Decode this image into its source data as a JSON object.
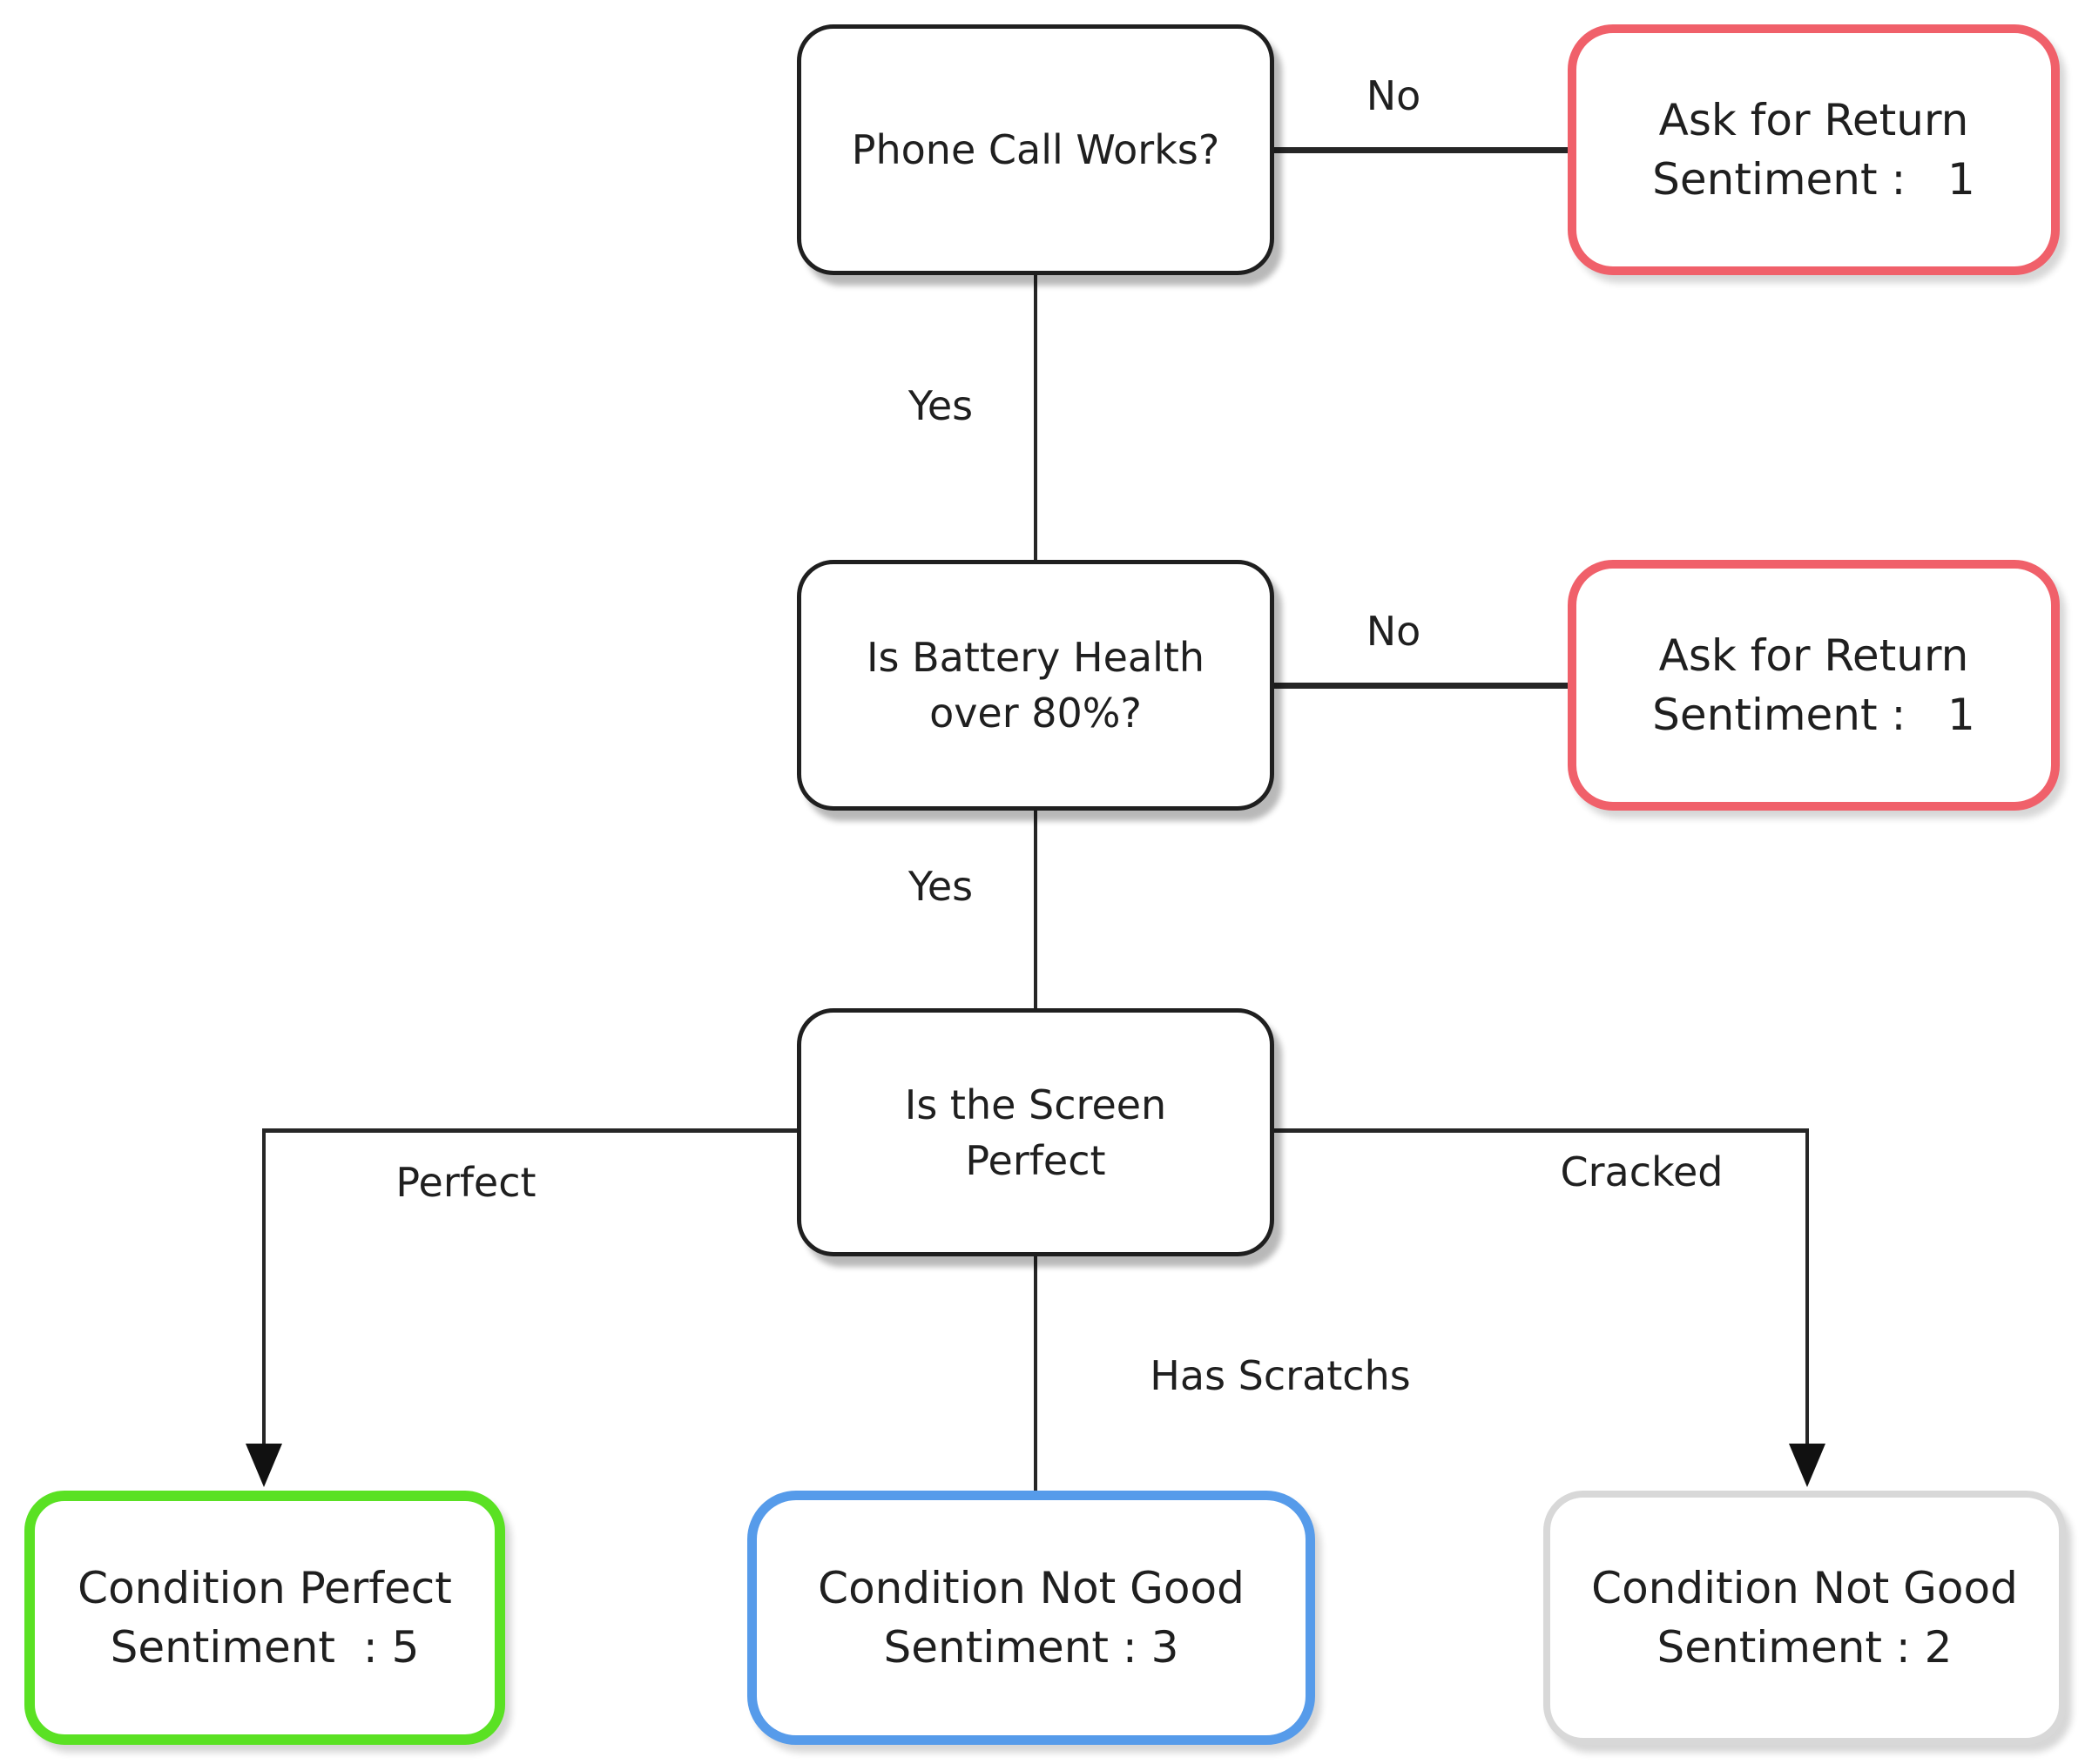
{
  "diagram": {
    "type": "decision-tree-flowchart",
    "background_color": "#ffffff",
    "line_color": "#262626",
    "text_color": "#1f1f1f",
    "nodes": {
      "phone_call_works": {
        "lines": [
          "Phone Call Works?"
        ],
        "border_color": "#1f1f1f"
      },
      "battery_health": {
        "lines": [
          "Is Battery Health",
          "over 80%?"
        ],
        "border_color": "#1f1f1f"
      },
      "screen_perfect": {
        "lines": [
          "Is the Screen",
          "Perfect"
        ],
        "border_color": "#1f1f1f"
      },
      "ask_return_1": {
        "lines": [
          "Ask for Return",
          "Sentiment :   1"
        ],
        "border_color": "#f0606a"
      },
      "ask_return_2": {
        "lines": [
          "Ask for Return",
          "Sentiment :   1"
        ],
        "border_color": "#f0606a"
      },
      "condition_perfect": {
        "lines": [
          "Condition Perfect",
          "Sentiment  : 5"
        ],
        "border_color": "#5ae123"
      },
      "condition_scratchs": {
        "lines": [
          "Condition Not Good",
          "Sentiment : 3"
        ],
        "border_color": "#569bea"
      },
      "condition_cracked": {
        "lines": [
          "Condition Not Good",
          "Sentiment : 2"
        ],
        "border_color": "#d8d8d8"
      }
    },
    "edge_labels": {
      "no_top": "No",
      "no_mid": "No",
      "yes_top": "Yes",
      "yes_mid": "Yes",
      "perfect": "Perfect",
      "has_scratchs": "Has Scratchs",
      "cracked": "Cracked"
    }
  }
}
